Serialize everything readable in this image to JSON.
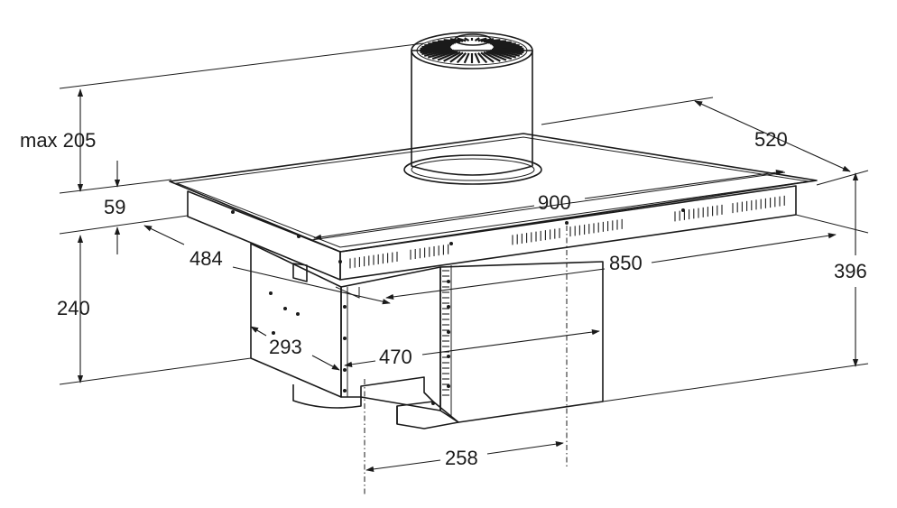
{
  "dimensions": {
    "chimney_max_height": "max 205",
    "glass_thickness": "59",
    "body_height": "240",
    "glass_depth": "520",
    "glass_width": "900",
    "cutout_width": "850",
    "cutout_depth": "484",
    "total_height": "396",
    "side_box_depth": "293",
    "motor_box_width": "470",
    "offset_width": "258"
  },
  "colors": {
    "line": "#1a1a1a",
    "background": "#ffffff"
  }
}
